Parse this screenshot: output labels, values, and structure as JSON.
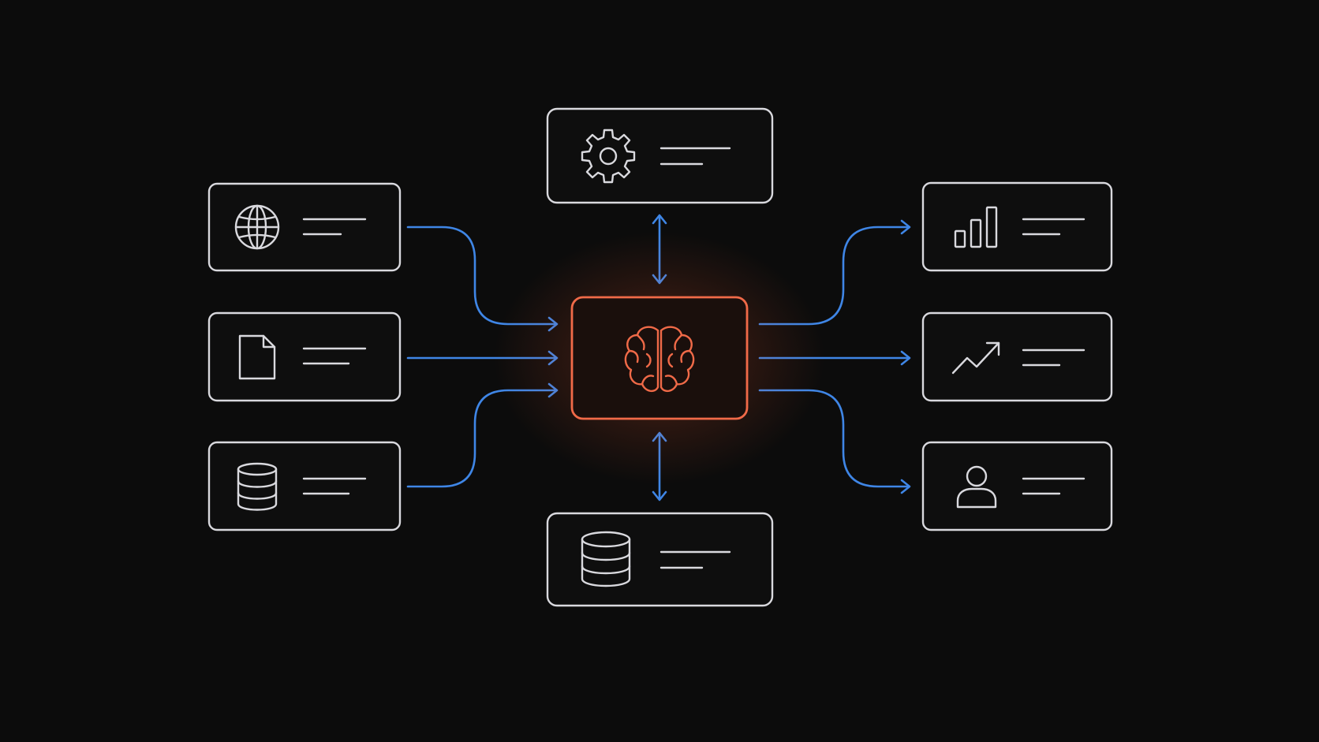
{
  "colors": {
    "background": "#0c0c0c",
    "node_outline": "#d9d9de",
    "connector": "#3f86e6",
    "hub_accent": "#f06a48",
    "hub_glow": "#ff5a2a"
  },
  "hub": {
    "icon": "brain-icon"
  },
  "nodes": {
    "top": {
      "icon": "gear-icon"
    },
    "bottom": {
      "icon": "database-icon"
    },
    "left": [
      {
        "icon": "globe-icon"
      },
      {
        "icon": "document-icon"
      },
      {
        "icon": "database-icon"
      }
    ],
    "right": [
      {
        "icon": "bar-chart-icon"
      },
      {
        "icon": "trend-up-icon"
      },
      {
        "icon": "user-icon"
      }
    ]
  },
  "connections": {
    "left_to_hub": "inbound",
    "hub_to_right": "outbound",
    "hub_top_bottom": "bidirectional"
  }
}
